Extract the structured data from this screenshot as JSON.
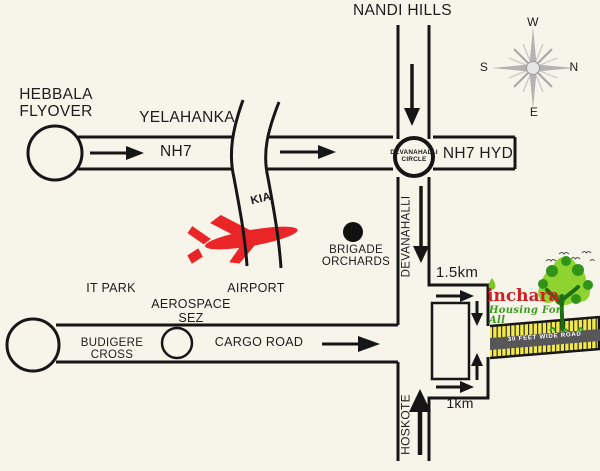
{
  "places": {
    "nandi_hills": "NANDI HILLS",
    "hebbala_flyover": "HEBBALA\nFLYOVER",
    "yelahanka": "YELAHANKA",
    "nh7": "NH7",
    "nh7_hyd": "NH7 HYD",
    "devanahalli_circle": "DEVANAHALLI\nCIRCLE",
    "kia": "KIA",
    "airport": "AIRPORT",
    "brigade_orchards": "BRIGADE\nORCHARDS",
    "devanahalli": "DEVANAHALLI",
    "it_park": "IT PARK",
    "aerospace_sez": "AEROSPACE\nSEZ",
    "budigere_cross": "BUDIGERE CROSS",
    "cargo_road": "CARGO ROAD",
    "hoskote": "HOSKOTE"
  },
  "distances": {
    "from_nh7": "1.5km",
    "from_hoskote": "1km"
  },
  "compass": {
    "top": "W",
    "left": "S",
    "right": "N",
    "bottom": "E"
  },
  "site": {
    "brand": "inchara",
    "tagline": "Housing For All",
    "access_road": "30 FEET WIDE ROAD"
  },
  "icons": {
    "airplane": "red-airplane-silhouette",
    "compass_rose": "gray-starburst",
    "tree": "green-tree-with-birds",
    "brigade_dot": "black-filled-circle"
  },
  "colors": {
    "background": "#f7f4ea",
    "line_black": "#161616",
    "accent_red": "#e8232b",
    "brand_red": "#d01f25",
    "brand_green": "#3a9e1c",
    "leaf_green": "#85cf2b",
    "road_yellow": "#f2e94f",
    "band_gray": "#57575a",
    "compass_gray": "#adadad"
  }
}
